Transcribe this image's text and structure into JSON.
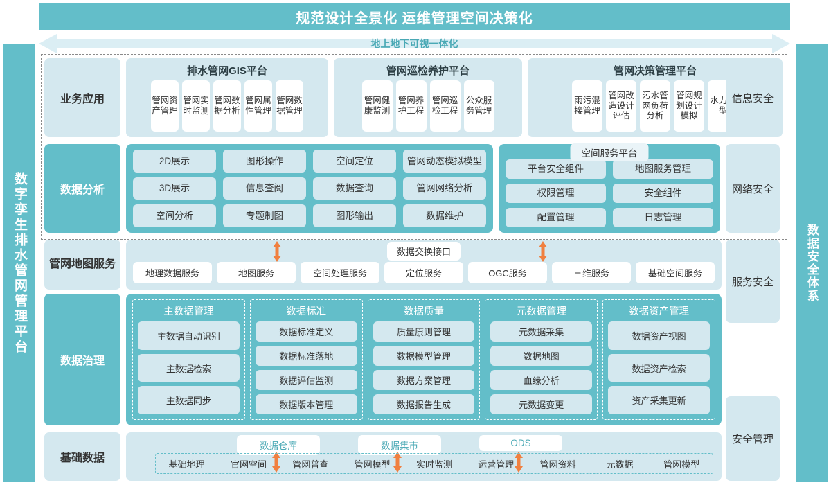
{
  "header": {
    "title": "规范设计全景化  运维管理空间决策化",
    "banner": "地上地下可视一体化"
  },
  "sidebars": {
    "left": "数字孪生排水管网管理平台",
    "right": "数据安全体系"
  },
  "security_column": [
    {
      "label": "信息安全"
    },
    {
      "label": "网络安全"
    },
    {
      "label": "服务安全"
    },
    {
      "label": "安全管理"
    }
  ],
  "rows": {
    "business": {
      "label": "业务应用",
      "groups": [
        {
          "title": "排水管网GIS平台",
          "items": [
            "管网资产管理",
            "管网实时监测",
            "管网数据分析",
            "管网属性管理",
            "管网数据管理"
          ]
        },
        {
          "title": "管网巡检养护平台",
          "items": [
            "管网健康监测",
            "管网养护工程",
            "管网巡检工程",
            "公众服务管理"
          ]
        },
        {
          "title": "管网决策管理平台",
          "items": [
            "雨污混接管理",
            "管网改造设计评估",
            "污水管网负荷分析",
            "管网规划设计模拟",
            "水力模型"
          ]
        }
      ]
    },
    "analysis": {
      "label": "数据分析",
      "columns": [
        [
          "2D展示",
          "3D展示",
          "空间分析"
        ],
        [
          "图形操作",
          "信息查阅",
          "专题制图"
        ],
        [
          "空间定位",
          "数据查询",
          "图形输出"
        ],
        [
          "管网动态模拟模型",
          "管网网络分析",
          "数据维护"
        ]
      ],
      "platform_title": "空间服务平台",
      "platform_columns": [
        [
          "平台安全组件",
          "权限管理",
          "配置管理"
        ],
        [
          "地图服务管理",
          "安全组件",
          "日志管理"
        ]
      ]
    },
    "map_service": {
      "label": "管网地图服务",
      "exchange": "数据交换接口",
      "items": [
        "地理数据服务",
        "地图服务",
        "空间处理服务",
        "定位服务",
        "OGC服务",
        "三维服务",
        "基础空间服务"
      ]
    },
    "governance": {
      "label": "数据治理",
      "columns": [
        {
          "title": "主数据管理",
          "items": [
            "主数据自动识别",
            "主数据检索",
            "主数据同步"
          ]
        },
        {
          "title": "数据标准",
          "items": [
            "数据标准定义",
            "数据标准落地",
            "数据评估监测",
            "数据版本管理"
          ]
        },
        {
          "title": "数据质量",
          "items": [
            "质量原则管理",
            "数据模型管理",
            "数据方案管理",
            "数据报告生成"
          ]
        },
        {
          "title": "元数据管理",
          "items": [
            "元数据采集",
            "数据地图",
            "血缘分析",
            "元数据变更"
          ]
        },
        {
          "title": "数据资产管理",
          "items": [
            "数据资产视图",
            "数据资产检索",
            "资产采集更新"
          ]
        }
      ]
    },
    "basic": {
      "label": "基础数据",
      "top_chips": [
        "数据仓库",
        "数据集市",
        "ODS"
      ],
      "items": [
        "基础地理",
        "官网空间",
        "管网普查",
        "管网模型",
        "实时监测",
        "运营管理",
        "管网资料",
        "元数据",
        "管网模型"
      ]
    }
  },
  "colors": {
    "teal": "#63bec9",
    "light_blue": "#d4e8ef",
    "arrow_orange": "#f08040",
    "white": "#ffffff"
  }
}
